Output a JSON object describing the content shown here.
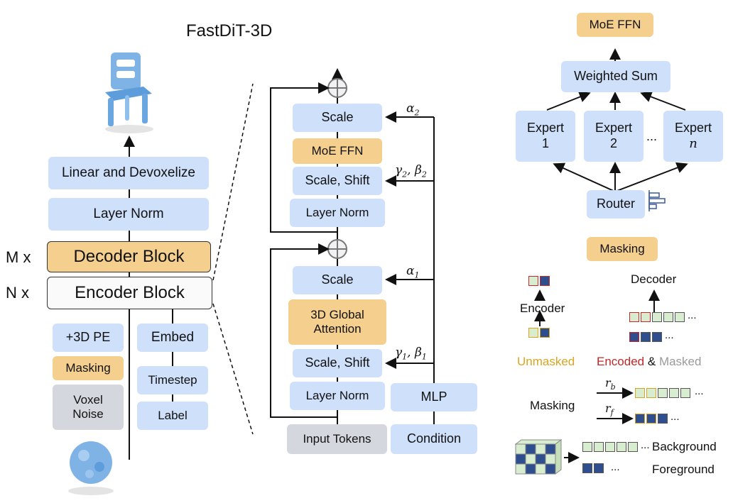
{
  "title": "FastDiT-3D",
  "left": {
    "linear_devoxelize": "Linear and Devoxelize",
    "layer_norm": "Layer Norm",
    "m_label": "M x",
    "decoder_block": "Decoder Block",
    "n_label": "N x",
    "encoder_block": "Encoder Block",
    "pe": "+3D PE",
    "masking": "Masking",
    "voxel_noise_line1": "Voxel",
    "voxel_noise_line2": "Noise",
    "embed": "Embed",
    "timestep": "Timestep",
    "label": "Label"
  },
  "block": {
    "scale_top": "Scale",
    "moe_ffn": "MoE FFN",
    "scale_shift_top": "Scale, Shift",
    "layer_norm_top": "Layer Norm",
    "scale_bottom": "Scale",
    "attention_line1": "3D Global",
    "attention_line2": "Attention",
    "scale_shift_bottom": "Scale, Shift",
    "layer_norm_bottom": "Layer Norm",
    "mlp": "MLP",
    "input_tokens": "Input Tokens",
    "condition": "Condition",
    "alpha2": "α",
    "alpha2_sub": "2",
    "gamma2": "γ",
    "gamma2_sub": "2",
    "beta2": "β",
    "beta2_sub": "2",
    "alpha1": "α",
    "alpha1_sub": "1",
    "gamma1": "γ",
    "gamma1_sub": "1",
    "beta1": "β",
    "beta1_sub": "1"
  },
  "moe": {
    "title": "MoE FFN",
    "weighted_sum": "Weighted Sum",
    "expert": "Expert",
    "expert1_num": "1",
    "expert2_num": "2",
    "expertn_num": "n",
    "ellipsis": "...",
    "router": "Router"
  },
  "masking_panel": {
    "title": "Masking",
    "decoder": "Decoder",
    "encoder": "Encoder",
    "unmasked": "Unmasked",
    "encoded": "Encoded",
    "amp": "&",
    "masked": "Masked",
    "masking": "Masking",
    "rb": "r",
    "rb_sub": "b",
    "rf": "r",
    "rf_sub": "f",
    "ellipsis": "...",
    "background": "Background",
    "foreground": "Foreground"
  },
  "colors": {
    "blue_box": "#cfe0fb",
    "orange_box": "#f4cf8e",
    "gray_box": "#d4d7de",
    "unmasked_text": "#d9a520",
    "encoded_text": "#c0282a",
    "masked_text": "#9a9a9a",
    "cube_green": "#d8ecd0",
    "cube_blue": "#2e4e8e"
  }
}
